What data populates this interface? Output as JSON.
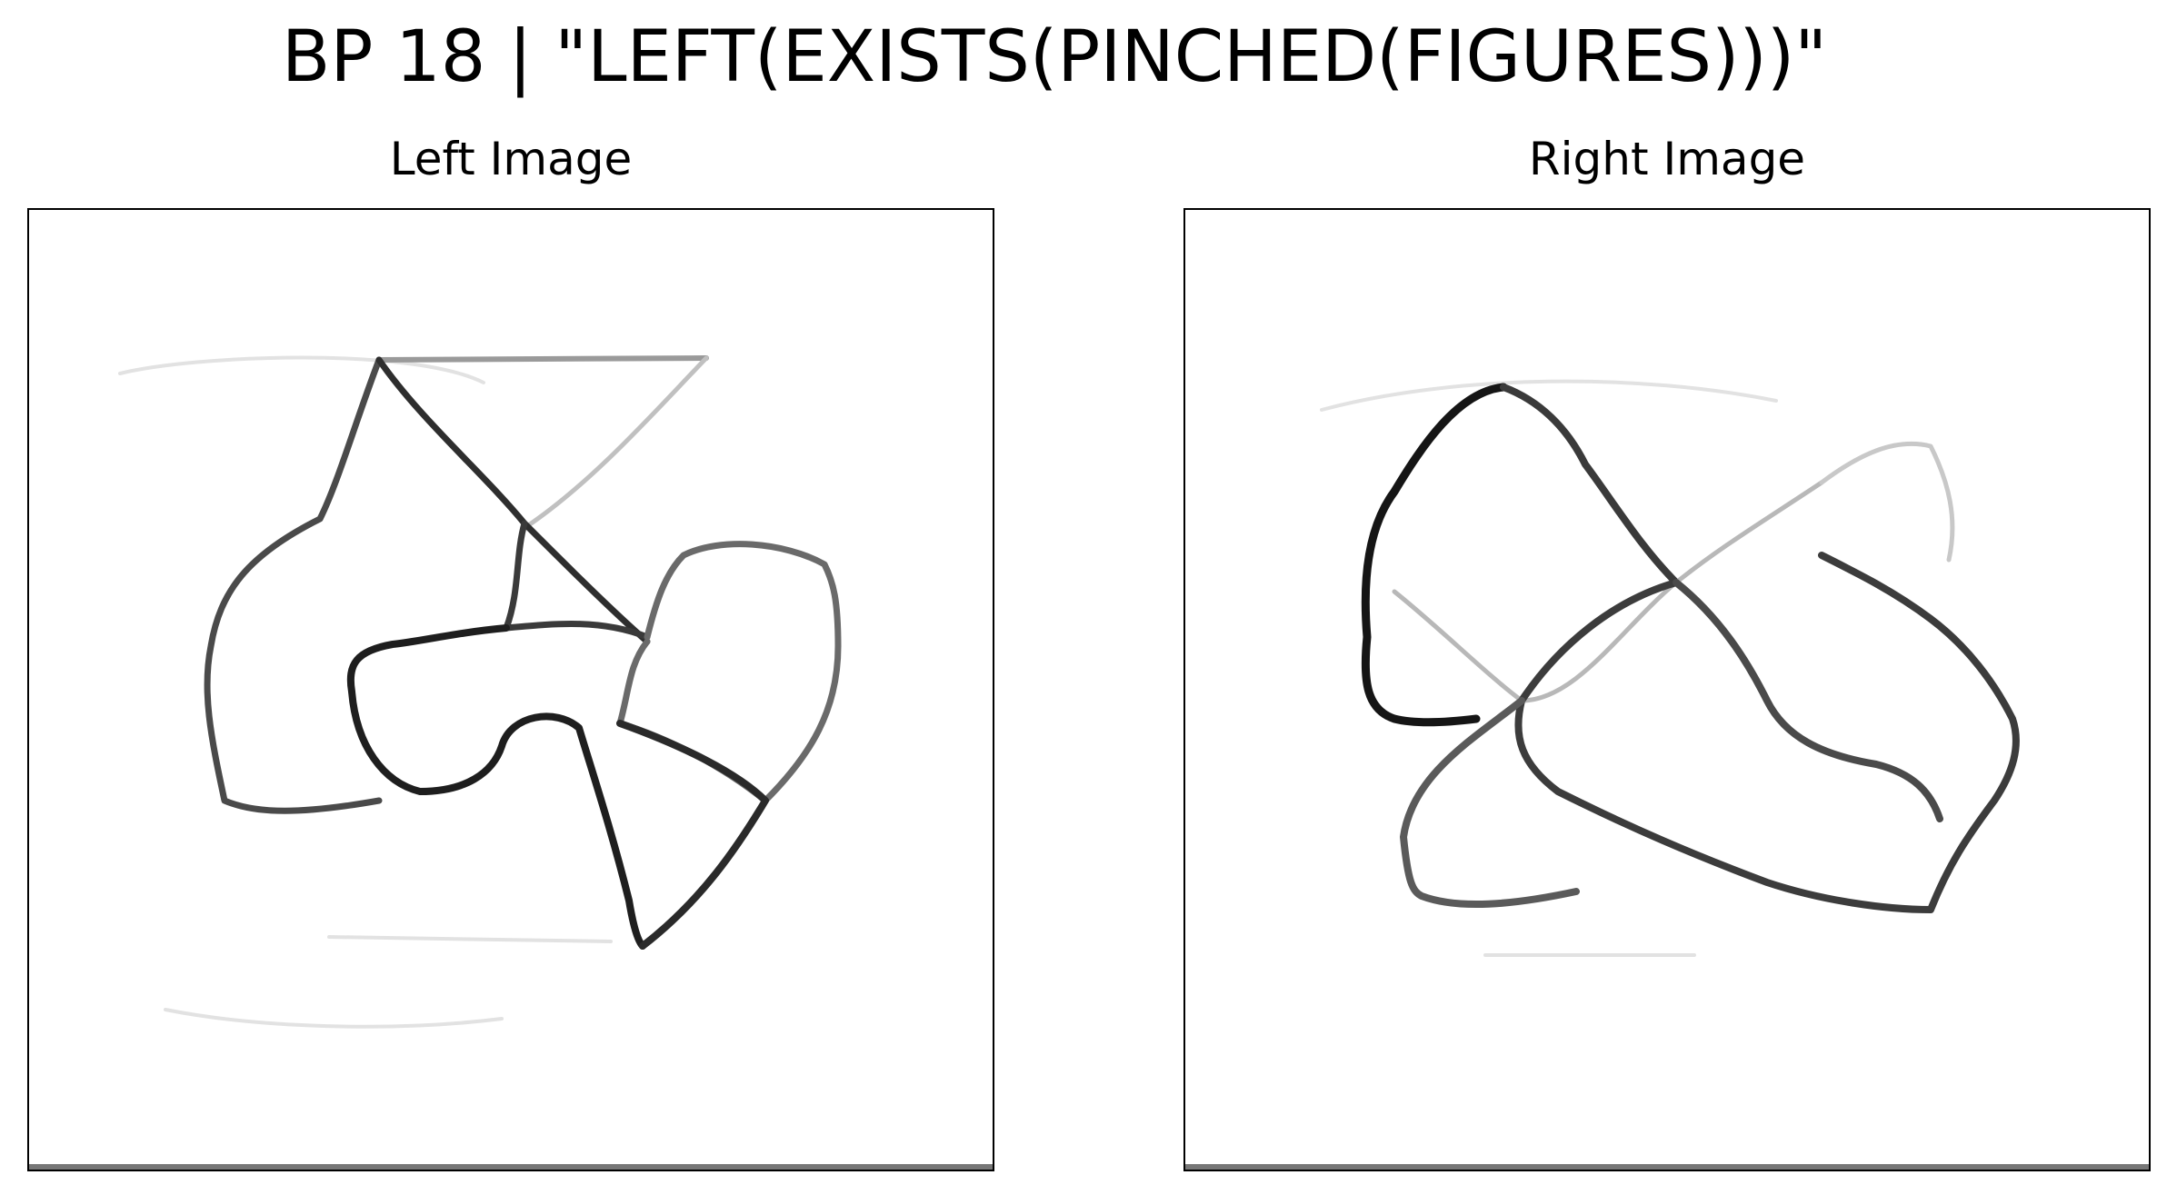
{
  "figure": {
    "title": "BP 18 | \"LEFT(EXISTS(PINCHED(FIGURES)))\""
  },
  "panels": {
    "left": {
      "title": "Left Image"
    },
    "right": {
      "title": "Right Image"
    }
  },
  "colors": {
    "background": "#ffffff",
    "frame": "#000000",
    "stroke_dark": "#1a1a1a",
    "stroke_mid": "#555555",
    "stroke_light": "#b5b5b5"
  }
}
